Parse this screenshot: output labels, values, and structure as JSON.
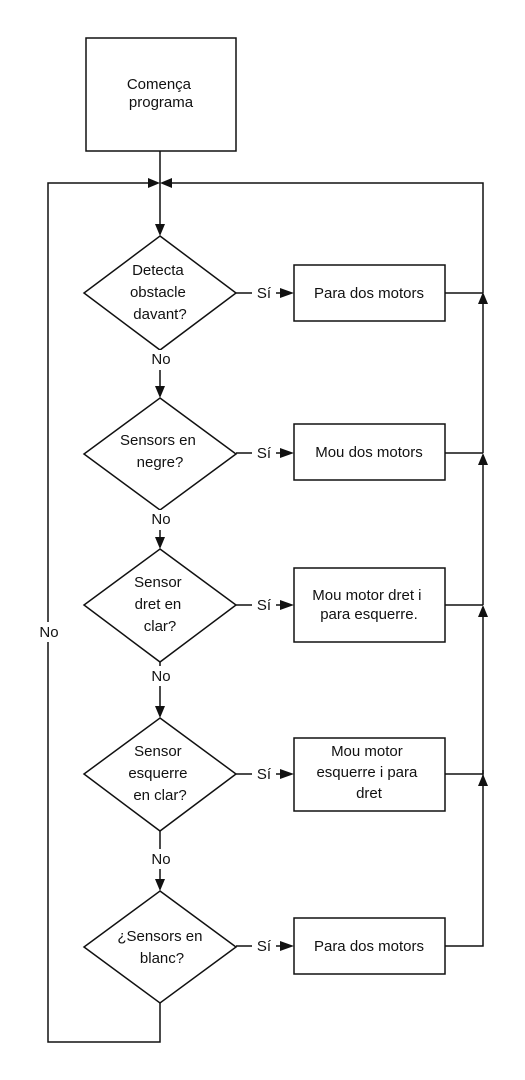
{
  "start": {
    "lines": [
      "Comença",
      "programa"
    ]
  },
  "decisions": [
    {
      "lines": [
        "Detecta",
        "obstacle",
        "davant?"
      ],
      "yes_label": "Sí",
      "no_label": "No"
    },
    {
      "lines": [
        "Sensors en",
        "negre?"
      ],
      "yes_label": "Sí",
      "no_label": "No"
    },
    {
      "lines": [
        "Sensor",
        "dret en",
        "clar?"
      ],
      "yes_label": "Sí",
      "no_label": "No"
    },
    {
      "lines": [
        "Sensor",
        "esquerre",
        "en clar?"
      ],
      "yes_label": "Sí",
      "no_label": "No"
    },
    {
      "lines": [
        "¿Sensors en",
        "blanc?"
      ],
      "yes_label": "Sí",
      "no_label": "No"
    }
  ],
  "actions": [
    {
      "lines": [
        "Para dos motors"
      ]
    },
    {
      "lines": [
        "Mou dos motors"
      ]
    },
    {
      "lines": [
        "Mou motor dret i",
        "para esquerre."
      ]
    },
    {
      "lines": [
        "Mou motor",
        "esquerre i para",
        "dret"
      ]
    },
    {
      "lines": [
        "Para dos motors"
      ]
    }
  ]
}
